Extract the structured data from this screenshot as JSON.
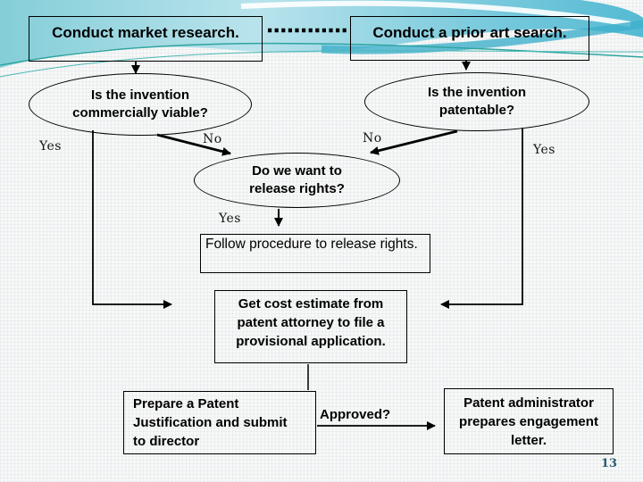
{
  "page": {
    "number": "13"
  },
  "colors": {
    "accent_teal": "#7fccd6",
    "accent_light_blue": "#b9e3ec",
    "accent_stripe_blue": "#3fb0cc",
    "thin_wave_line": "#2da5a0",
    "page_number": "#2d5a6e",
    "shape_border": "#000000",
    "text": "#000000",
    "background": "#f7f8f8"
  },
  "nodes": {
    "market": {
      "label": "Conduct market research."
    },
    "prior": {
      "label": "Conduct a prior art search."
    },
    "viable": {
      "line1": "Is the invention",
      "line2": "commercially viable?"
    },
    "patentable": {
      "line1": "Is the invention",
      "line2": "patentable?"
    },
    "release": {
      "line1": "Do we want to",
      "line2": "release rights?"
    },
    "follow": {
      "label": "Follow procedure to release rights."
    },
    "cost": {
      "line1": "Get cost estimate from",
      "line2": "patent attorney to file a",
      "line3": "provisional application."
    },
    "prepare": {
      "line1": "Prepare a Patent",
      "line2": "Justification and submit",
      "line3": "to director"
    },
    "approved": {
      "label": "Approved?"
    },
    "admin": {
      "line1": "Patent administrator",
      "line2": "prepares engagement",
      "line3": "letter."
    }
  },
  "labels": {
    "yes_left": "Yes",
    "no_left": "No",
    "no_right": "No",
    "yes_right": "Yes",
    "yes_center": "Yes"
  }
}
